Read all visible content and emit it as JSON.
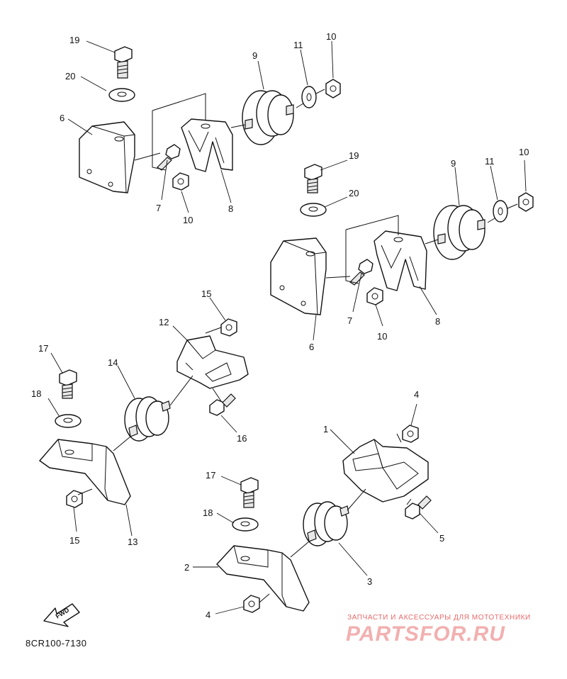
{
  "diagram_code": "8CR100-7130",
  "fwd_label": "FWD",
  "watermark": {
    "line1": "ЗАПЧАСТИ И АКСЕССУАРЫ ДЛЯ МОТОТЕХНИКИ",
    "line2": "PARTSFOR.RU"
  },
  "callouts": {
    "a19": "19",
    "a20": "20",
    "a6": "6",
    "a9": "9",
    "a11": "11",
    "a10": "10",
    "a7": "7",
    "a10b": "10",
    "a8": "8",
    "b19": "19",
    "b20": "20",
    "b9": "9",
    "b11": "11",
    "b10": "10",
    "b7": "7",
    "b10b": "10",
    "b8": "8",
    "b6": "6",
    "c15": "15",
    "c12": "12",
    "c17": "17",
    "c14": "14",
    "c18": "18",
    "c16": "16",
    "c15b": "15",
    "c13": "13",
    "d4": "4",
    "d1": "1",
    "d17": "17",
    "d18": "18",
    "d5": "5",
    "d2": "2",
    "d3": "3",
    "d4b": "4"
  }
}
